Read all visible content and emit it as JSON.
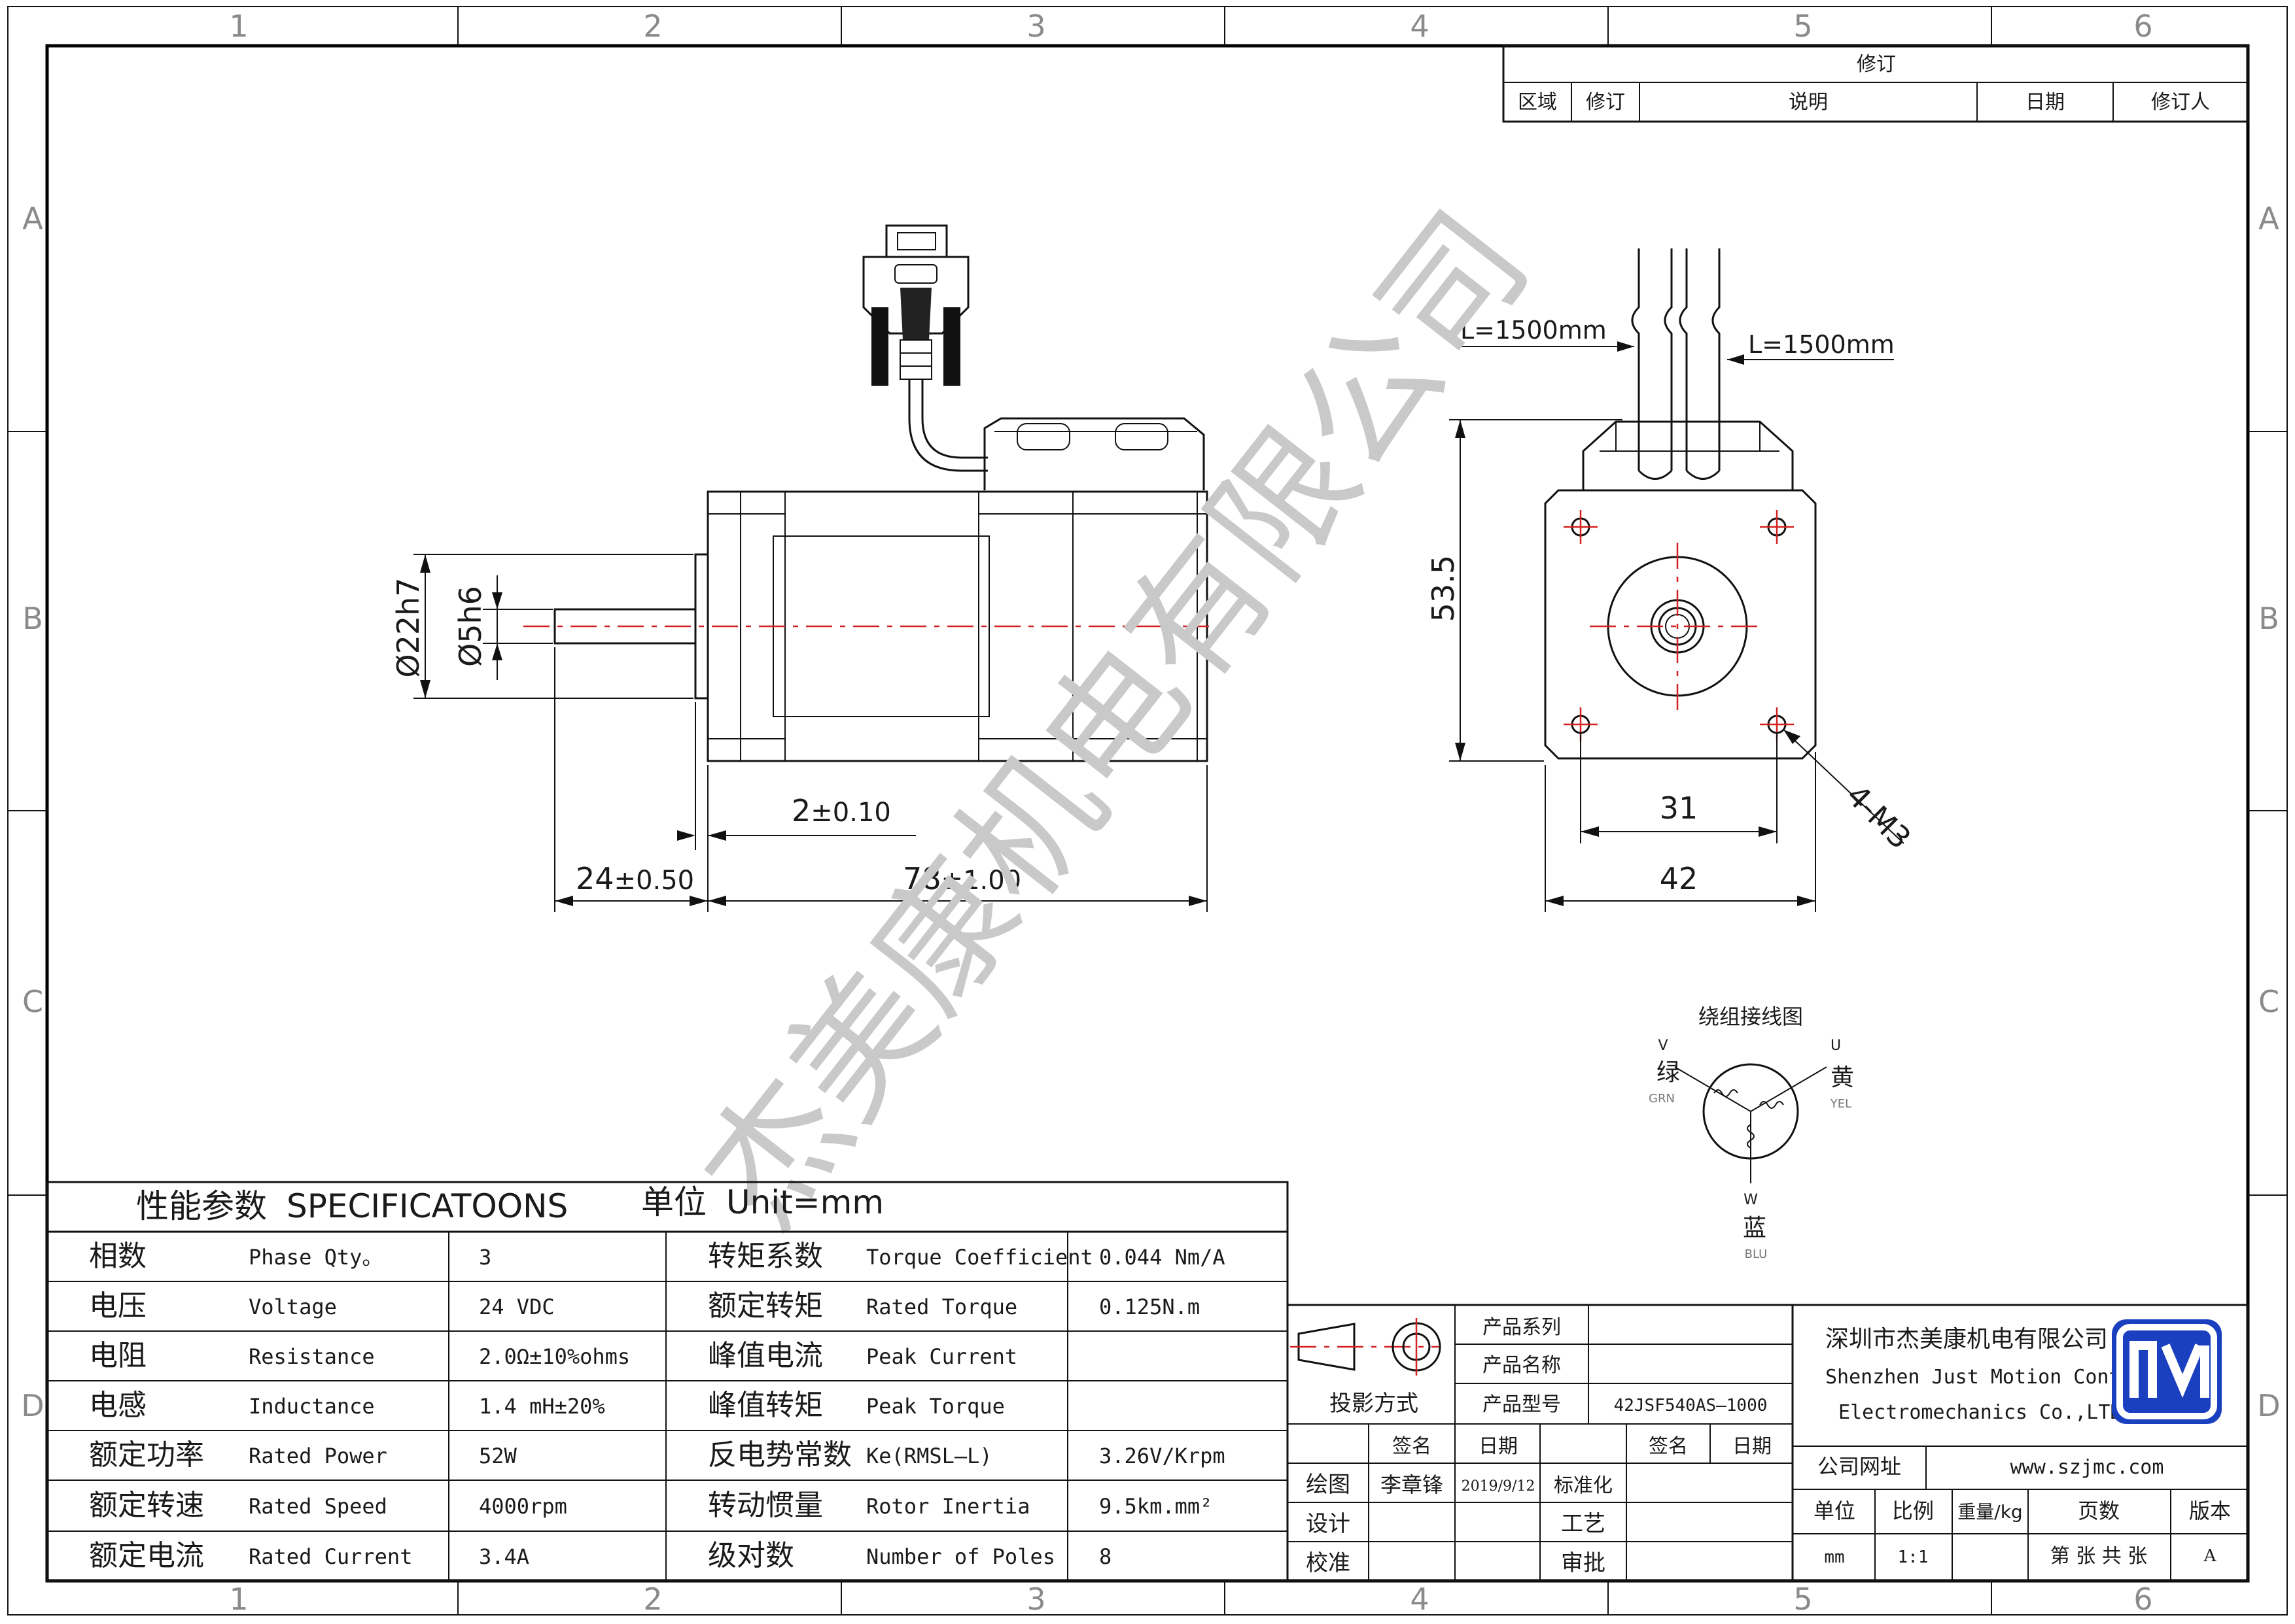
{
  "border": {
    "cols": [
      "1",
      "2",
      "3",
      "4",
      "5",
      "6"
    ],
    "rows": [
      "A",
      "B",
      "C",
      "D"
    ]
  },
  "revision": {
    "title": "修订",
    "headers": [
      "区域",
      "修订",
      "说明",
      "日期",
      "修订人"
    ]
  },
  "dimensions": {
    "cable_left": "L=1500mm",
    "cable_right": "L=1500mm",
    "pilot_dia": "Ø22h7",
    "shaft_dia": "Ø5h6",
    "boss_len": "2",
    "boss_tol": "±0.10",
    "shaft_len": "24",
    "shaft_tol": "±0.50",
    "body_len": "78",
    "body_tol": "±1.00",
    "height": "53.5",
    "hole_spacing": "31",
    "flange": "42",
    "threads": "4-M3"
  },
  "watermark": "杰美康机电有限公司",
  "wiring": {
    "title": "绕组接线图",
    "phases": [
      {
        "letter": "V",
        "cn": "绿",
        "en": "GRN"
      },
      {
        "letter": "U",
        "cn": "黄",
        "en": "YEL"
      },
      {
        "letter": "W",
        "cn": "蓝",
        "en": "BLU"
      }
    ]
  },
  "specs": {
    "title_cn": "性能参数",
    "title_en": "SPECIFICATOONS",
    "unit_label": "单位",
    "unit_value": "Unit=mm",
    "left": [
      {
        "cn": "相数",
        "en": "Phase Qty。",
        "value": "3"
      },
      {
        "cn": "电压",
        "en": "Voltage",
        "value": "24 VDC"
      },
      {
        "cn": "电阻",
        "en": "Resistance",
        "value": "2.0Ω±10%ohms"
      },
      {
        "cn": "电感",
        "en": "Inductance",
        "value": "1.4 mH±20%"
      },
      {
        "cn": "额定功率",
        "en": "Rated Power",
        "value": "52W"
      },
      {
        "cn": "额定转速",
        "en": "Rated Speed",
        "value": "4000rpm"
      },
      {
        "cn": "额定电流",
        "en": "Rated Current",
        "value": "3.4A"
      }
    ],
    "right": [
      {
        "cn": "转矩系数",
        "en": "Torque Coefficient",
        "value": "0.044 Nm/A"
      },
      {
        "cn": "额定转矩",
        "en": "Rated Torque",
        "value": "0.125N.m"
      },
      {
        "cn": "峰值电流",
        "en": "Peak Current",
        "value": ""
      },
      {
        "cn": "峰值转矩",
        "en": "Peak Torque",
        "value": ""
      },
      {
        "cn": "反电势常数",
        "en": "Ke(RMSL—L)",
        "value": "3.26V/Krpm"
      },
      {
        "cn": "转动惯量",
        "en": "Rotor Inertia",
        "value": "9.5km.mm²"
      },
      {
        "cn": "级对数",
        "en": "Number of Poles",
        "value": "8"
      }
    ]
  },
  "titleblock": {
    "series_label": "产品系列",
    "name_label": "产品名称",
    "model_label": "产品型号",
    "model_value": "42JSF540AS—1000",
    "projection": "投影方式",
    "sign": "签名",
    "date": "日期",
    "drawn": "绘图",
    "drawn_name": "李章锋",
    "drawn_date": "2019/9/12",
    "standard": "标准化",
    "design": "设计",
    "process": "工艺",
    "check": "校准",
    "approve": "审批",
    "company_cn": "深圳市杰美康机电有限公司",
    "company_en1": "Shenzhen Just Motion Control",
    "company_en2": "Electromechanics Co.,LTD",
    "website_label": "公司网址",
    "website": "www.szjmc.com",
    "unit": "单位",
    "scale": "比例",
    "weight": "重量/kg",
    "pages": "页数",
    "version": "版本",
    "unit_value": "mm",
    "scale_value": "1:1",
    "pages_value": "第 张 共 张",
    "version_value": "A"
  }
}
